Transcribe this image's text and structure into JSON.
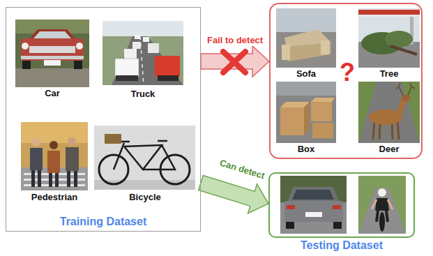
{
  "diagram": {
    "nodes": [
      {
        "text": [
          "Training Dataset"
        ]
      },
      {
        "text": [
          "Car"
        ],
        "in": 0
      },
      {
        "text": [
          "Truck"
        ],
        "in": 0
      },
      {
        "text": [
          "Pedestrian"
        ],
        "in": 0
      },
      {
        "text": [
          "Bicycle"
        ],
        "in": 0
      },
      {
        "text": [
          "?"
        ]
      },
      {
        "text": [
          "Sofa"
        ],
        "in": 5
      },
      {
        "text": [
          "Tree"
        ],
        "in": 5
      },
      {
        "text": [
          "Box"
        ],
        "in": 5
      },
      {
        "text": [
          "Deer"
        ],
        "in": 5
      },
      {
        "text": [
          "Testing Dataset"
        ]
      }
    ],
    "edges": [
      {
        "from": 0,
        "to": 5,
        "label": "Fail to detect",
        "arrow": "to"
      },
      {
        "from": 0,
        "to": 10,
        "label": "Can detect",
        "arrow": "to"
      }
    ]
  }
}
